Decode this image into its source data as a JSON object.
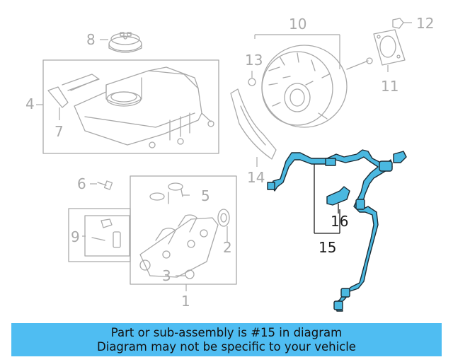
{
  "callouts": {
    "c1": "1",
    "c2": "2",
    "c3": "3",
    "c4": "4",
    "c5": "5",
    "c6": "6",
    "c7": "7",
    "c8": "8",
    "c9": "9",
    "c10": "10",
    "c11": "11",
    "c12": "12",
    "c13": "13",
    "c14": "14",
    "c15": "15",
    "c16": "16"
  },
  "highlighted_part": "15",
  "colors": {
    "highlight": "#4ab8e0",
    "banner": "#4fbdf2",
    "line_gray": "#a9a9a9"
  },
  "banner": {
    "line1": "Part or sub-assembly is #15 in diagram",
    "line2": "Diagram may not be specific to your vehicle"
  }
}
